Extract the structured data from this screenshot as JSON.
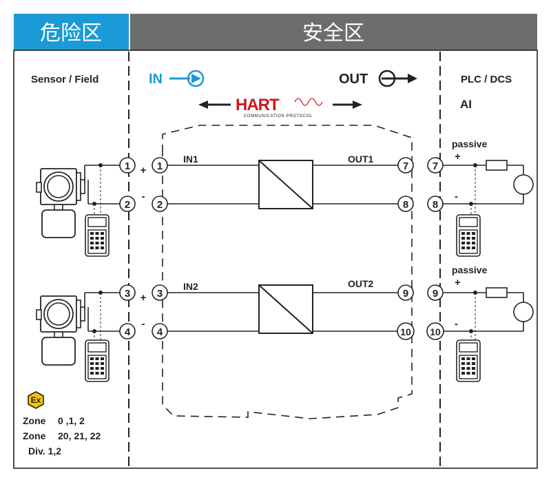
{
  "header": {
    "hazard_label": "危险区",
    "safe_label": "安全区",
    "hazard_color": "#1a9ad6",
    "safe_color": "#6d6d6d"
  },
  "columns": {
    "sensor_field": "Sensor / Field",
    "in_label": "IN",
    "out_label": "OUT",
    "plc_dcs": "PLC / DCS",
    "ai": "AI",
    "accent_color": "#1a9ad6"
  },
  "hart": {
    "logo_text": "HART",
    "tagline": "COMMUNICATION PROTOCOL",
    "logo_color": "#d0161b"
  },
  "channels": [
    {
      "field_terminals": [
        "1",
        "2"
      ],
      "input_terminals": [
        "1",
        "2"
      ],
      "output_terminals": [
        "7",
        "8"
      ],
      "plc_terminals": [
        "7",
        "8"
      ],
      "in_name": "IN1",
      "out_name": "OUT1",
      "plc_mode": "passive",
      "plus": "+",
      "minus": "-"
    },
    {
      "field_terminals": [
        "3",
        "4"
      ],
      "input_terminals": [
        "3",
        "4"
      ],
      "output_terminals": [
        "9",
        "10"
      ],
      "plc_terminals": [
        "9",
        "10"
      ],
      "in_name": "IN2",
      "out_name": "OUT2",
      "plc_mode": "passive",
      "plus": "+",
      "minus": "-"
    }
  ],
  "ex_zone": {
    "symbol": "Ex",
    "line1_a": "Zone",
    "line1_b": "0 ,1, 2",
    "line2_a": "Zone",
    "line2_b": "20, 21, 22",
    "line3": "Div. 1,2",
    "symbol_color": "#f5c400"
  }
}
